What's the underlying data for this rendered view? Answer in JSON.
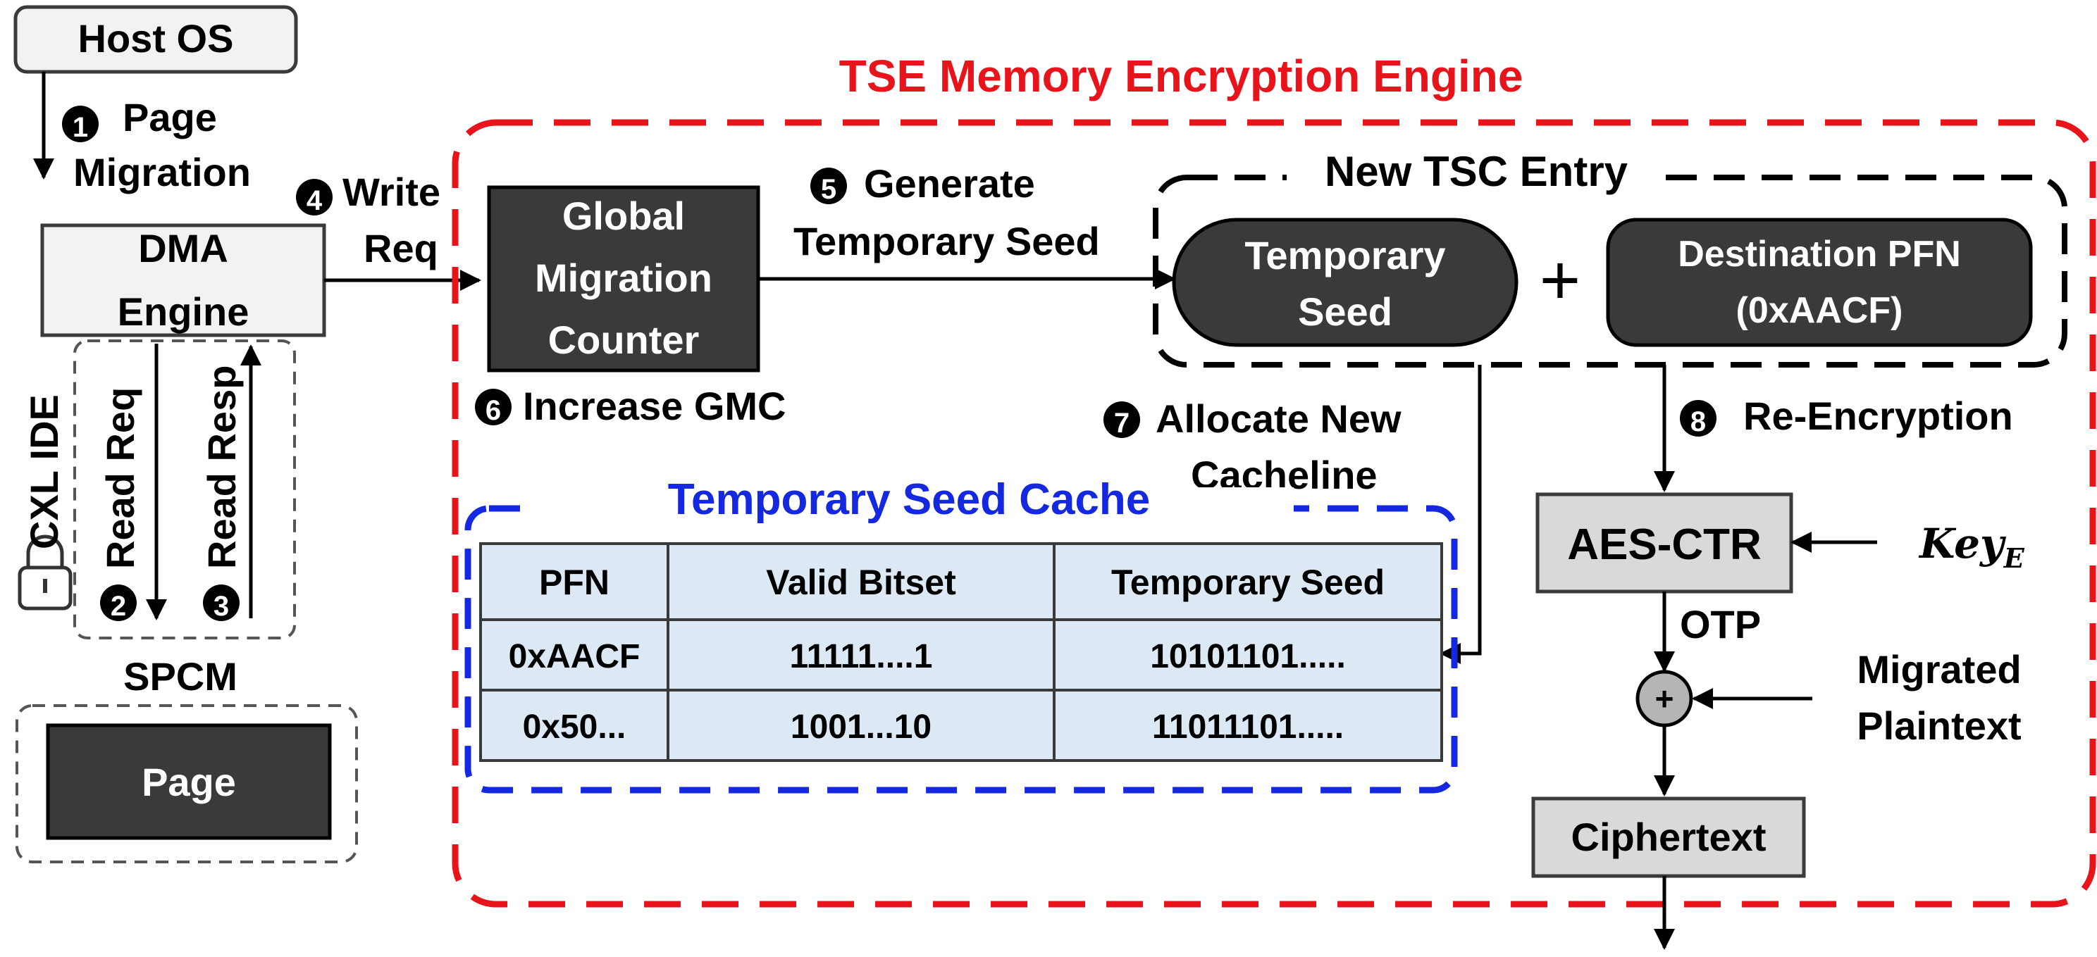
{
  "colors": {
    "tse_border": "#e8141c",
    "cache_border": "#1428e0",
    "dark_fill": "#3a3a3a",
    "light_fill": "#d9d9d9",
    "table_fill": "#dce8f4"
  },
  "host_os": {
    "label": "Host OS"
  },
  "step1": {
    "number": "1",
    "line1": "Page",
    "line2": "Migration"
  },
  "dma": {
    "line1": "DMA",
    "line2": "Engine"
  },
  "step4": {
    "number": "4",
    "line1": "Write",
    "line2": "Req"
  },
  "cxl_ide": {
    "label": "CXL IDE",
    "icon": "lock-icon"
  },
  "step2": {
    "number": "2",
    "label": "Read Req"
  },
  "step3": {
    "number": "3",
    "label": "Read Resp"
  },
  "spcm": {
    "label": "SPCM",
    "page_label": "Page"
  },
  "tse": {
    "title": "TSE Memory Encryption Engine"
  },
  "gmc": {
    "line1": "Global",
    "line2": "Migration",
    "line3": "Counter"
  },
  "step5": {
    "number": "5",
    "line1": "Generate",
    "line2": "Temporary Seed"
  },
  "step6": {
    "number": "6",
    "label": "Increase GMC"
  },
  "tsc_entry": {
    "title": "New TSC Entry",
    "seed_line1": "Temporary",
    "seed_line2": "Seed",
    "plus": "+",
    "pfn_line1": "Destination PFN",
    "pfn_line2": "(0xAACF)"
  },
  "step7": {
    "number": "7",
    "line1": "Allocate New",
    "line2": "Cacheline"
  },
  "step8": {
    "number": "8",
    "label": "Re-Encryption"
  },
  "cache": {
    "title": "Temporary Seed Cache",
    "headers": [
      "PFN",
      "Valid Bitset",
      "Temporary Seed"
    ],
    "rows": [
      [
        "0xAACF",
        "11111....1",
        "10101101....."
      ],
      [
        "0x50...",
        "1001...10",
        "11011101....."
      ]
    ]
  },
  "aes": {
    "label": "AES-CTR",
    "key_base": "Key",
    "key_sub": "E"
  },
  "otp": {
    "label": "OTP"
  },
  "xor": {
    "symbol": "+"
  },
  "migrated": {
    "line1": "Migrated",
    "line2": "Plaintext"
  },
  "ciphertext": {
    "label": "Ciphertext"
  }
}
